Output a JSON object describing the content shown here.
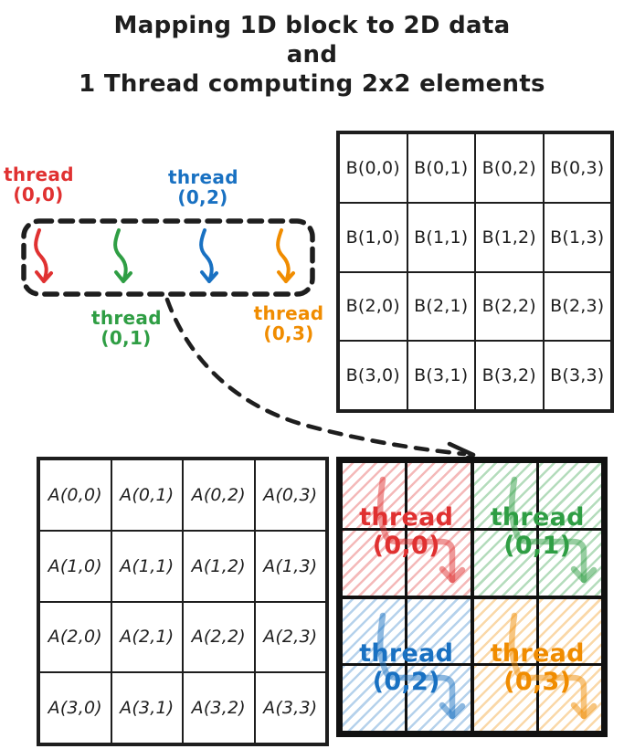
{
  "title": {
    "line1": "Mapping 1D block to 2D data",
    "line2": "and",
    "line3": "1 Thread computing 2x2 elements"
  },
  "palette": {
    "ink": "#1e1e1e",
    "red": "#e03131",
    "green": "#2f9e44",
    "blue": "#1971c2",
    "orange": "#f08c00"
  },
  "block_1d": {
    "thread_labels": [
      {
        "line1": "thread",
        "line2": "(0,0)",
        "color": "#e03131"
      },
      {
        "line1": "thread",
        "line2": "(0,1)",
        "color": "#2f9e44"
      },
      {
        "line1": "thread",
        "line2": "(0,2)",
        "color": "#1971c2"
      },
      {
        "line1": "thread",
        "line2": "(0,3)",
        "color": "#f08c00"
      }
    ],
    "arrow_icons": [
      "thread-0-0-arrow",
      "thread-0-1-arrow",
      "thread-0-2-arrow",
      "thread-0-3-arrow"
    ]
  },
  "matrix_b": {
    "rows": [
      [
        "B(0,0)",
        "B(0,1)",
        "B(0,2)",
        "B(0,3)"
      ],
      [
        "B(1,0)",
        "B(1,1)",
        "B(1,2)",
        "B(1,3)"
      ],
      [
        "B(2,0)",
        "B(2,1)",
        "B(2,2)",
        "B(2,3)"
      ],
      [
        "B(3,0)",
        "B(3,1)",
        "B(3,2)",
        "B(3,3)"
      ]
    ]
  },
  "matrix_a": {
    "rows": [
      [
        "A(0,0)",
        "A(0,1)",
        "A(0,2)",
        "A(0,3)"
      ],
      [
        "A(1,0)",
        "A(1,1)",
        "A(1,2)",
        "A(1,3)"
      ],
      [
        "A(2,0)",
        "A(2,1)",
        "A(2,2)",
        "A(2,3)"
      ],
      [
        "A(3,0)",
        "A(3,1)",
        "A(3,2)",
        "A(3,3)"
      ]
    ]
  },
  "output_tiles": {
    "quadrants": [
      {
        "line1": "thread",
        "line2": "(0,0)",
        "color": "#e03131"
      },
      {
        "line1": "thread",
        "line2": "(0,1)",
        "color": "#2f9e44"
      },
      {
        "line1": "thread",
        "line2": "(0,2)",
        "color": "#1971c2"
      },
      {
        "line1": "thread",
        "line2": "(0,3)",
        "color": "#f08c00"
      }
    ]
  }
}
